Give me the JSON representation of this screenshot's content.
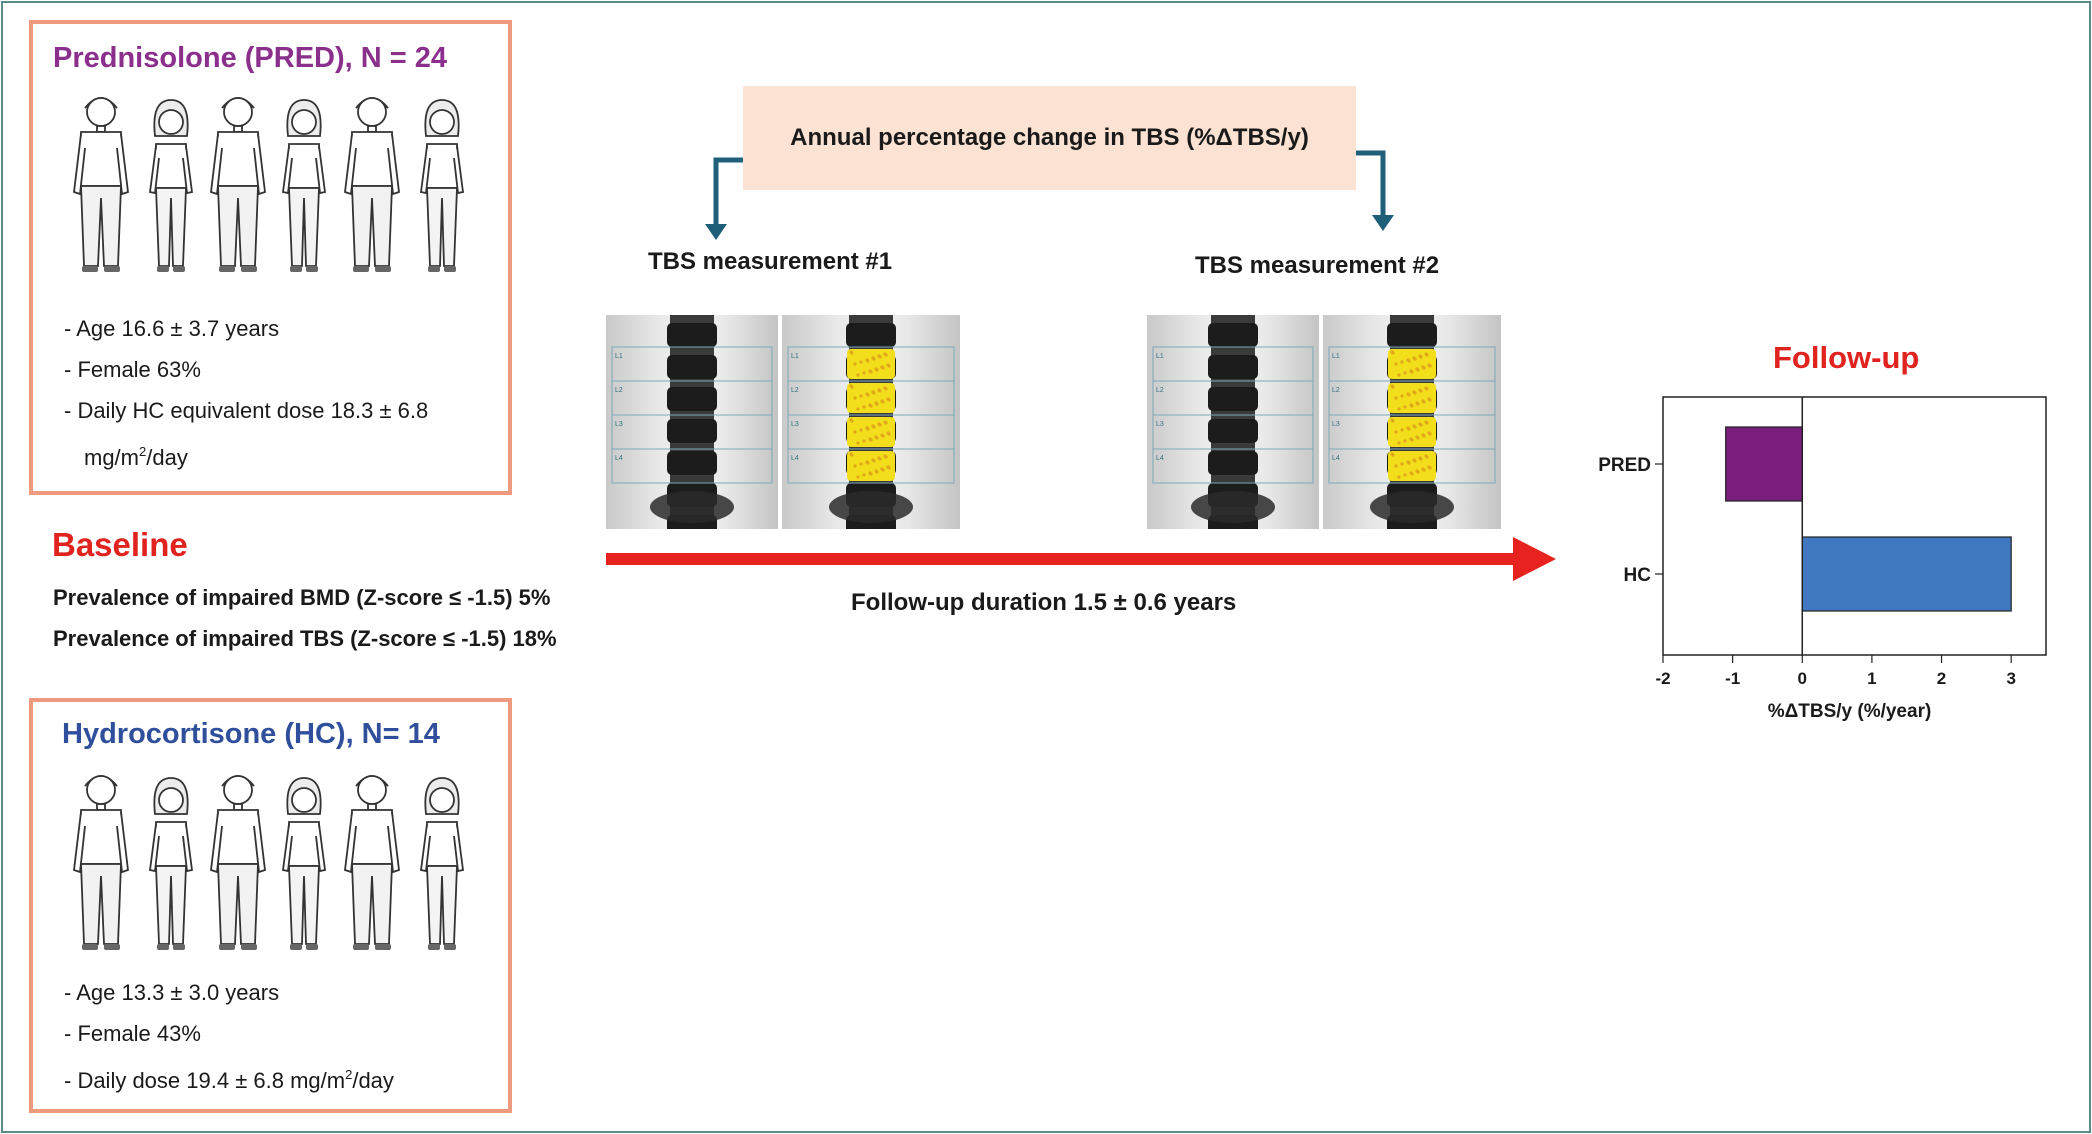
{
  "groups": {
    "pred": {
      "title": "Prednisolone (PRED), N = 24",
      "age": "- Age 16.6 ± 3.7 years",
      "female": "- Female 63%",
      "dose_line1": "- Daily HC equivalent dose 18.3 ± 6.8",
      "dose_line2_prefix": "mg/m",
      "dose_line2_sup": "2",
      "dose_line2_suffix": "/day"
    },
    "hc": {
      "title": "Hydrocortisone (HC), N= 14",
      "age": "- Age 13.3 ± 3.0 years",
      "female": "- Female 43%",
      "dose_prefix": "- Daily dose 19.4 ± 6.8 mg/m",
      "dose_sup": "2",
      "dose_suffix": "/day"
    }
  },
  "baseline": {
    "title": "Baseline",
    "bmd": "Prevalence of impaired BMD (Z-score ≤ -1.5) 5%",
    "tbs": "Prevalence of impaired TBS (Z-score ≤ -1.5) 18%"
  },
  "timeline": {
    "annual_change_label": "Annual percentage change in TBS (%ΔTBS/y)",
    "measurement_1": "TBS measurement #1",
    "measurement_2": "TBS measurement #2",
    "duration": "Follow-up duration 1.5 ± 0.6 years",
    "vertebra_labels": [
      "L1",
      "L2",
      "L3",
      "L4"
    ]
  },
  "colors": {
    "pred": "#7b1f7f",
    "hc": "#3f78c1",
    "accent_red": "#e0231f",
    "arrow_teal": "#1f5f7a",
    "box_border": "#ef9a7e",
    "box_fill": "#fbe2d3"
  },
  "chart_data": {
    "type": "bar",
    "orientation": "horizontal",
    "title": "Follow-up",
    "categories": [
      "PRED",
      "HC"
    ],
    "values": [
      -1.1,
      3.0
    ],
    "colors": [
      "#7b1f7f",
      "#3f78c1"
    ],
    "xlabel": "%ΔTBS/y (%/year)",
    "xlim": [
      -2,
      3.5
    ],
    "xticks": [
      -2,
      -1,
      0,
      1,
      2,
      3
    ],
    "grid": false
  }
}
